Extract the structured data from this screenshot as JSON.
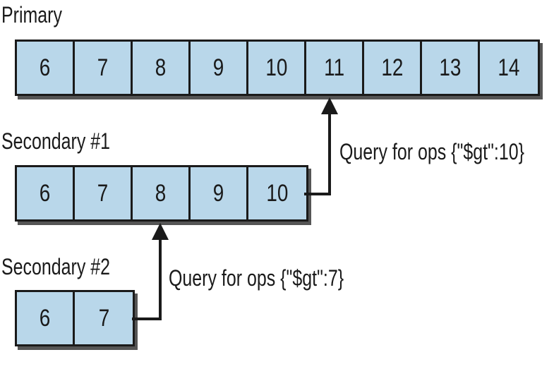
{
  "colors": {
    "cell_fill": "#b9d7ea",
    "stroke": "#1a1a1a",
    "shadow": "#555555"
  },
  "primary": {
    "label": "Primary",
    "cells": [
      "6",
      "7",
      "8",
      "9",
      "10",
      "11",
      "12",
      "13",
      "14"
    ]
  },
  "secondary1": {
    "label": "Secondary #1",
    "cells": [
      "6",
      "7",
      "8",
      "9",
      "10"
    ],
    "query_label": "Query for ops {\"$gt\":10}"
  },
  "secondary2": {
    "label": "Secondary #2",
    "cells": [
      "6",
      "7"
    ],
    "query_label": "Query for ops {\"$gt\":7}"
  }
}
